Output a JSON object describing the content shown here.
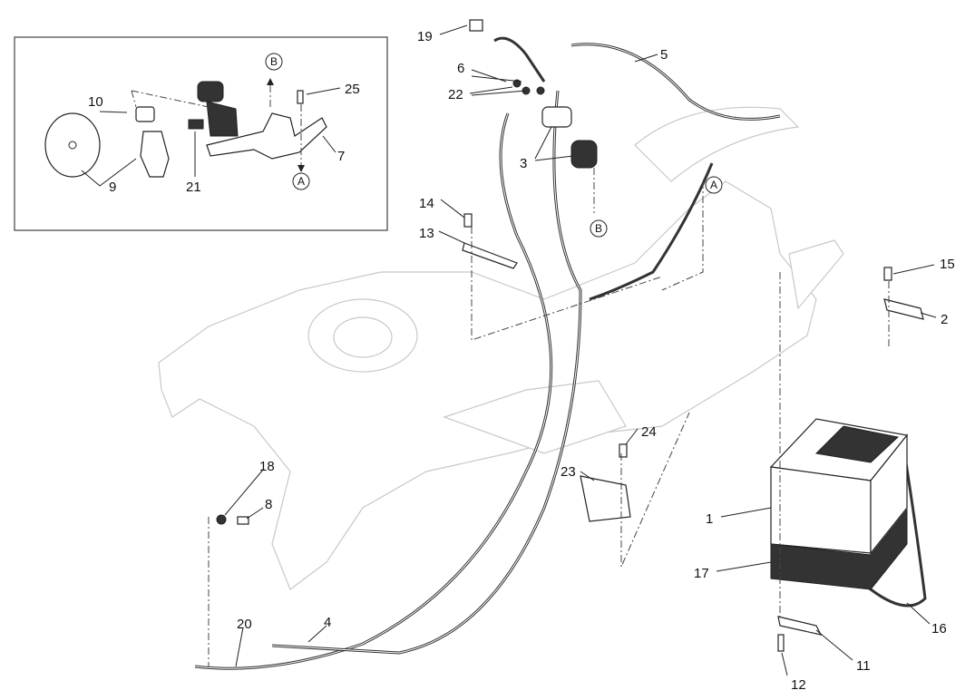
{
  "diagram": {
    "callouts": {
      "c1": "1",
      "c2": "2",
      "c3": "3",
      "c4": "4",
      "c5": "5",
      "c6": "6",
      "c8": "8",
      "c11": "11",
      "c12": "12",
      "c13": "13",
      "c14": "14",
      "c15": "15",
      "c16": "16",
      "c17": "17",
      "c18": "18",
      "c19": "19",
      "c20": "20",
      "c22": "22",
      "c23": "23",
      "c24": "24"
    },
    "refs": {
      "a": "A",
      "b": "B"
    },
    "inset": {
      "c7": "7",
      "c9": "9",
      "c10": "10",
      "c21": "21",
      "c25": "25",
      "ref_a": "A",
      "ref_b": "B"
    }
  }
}
